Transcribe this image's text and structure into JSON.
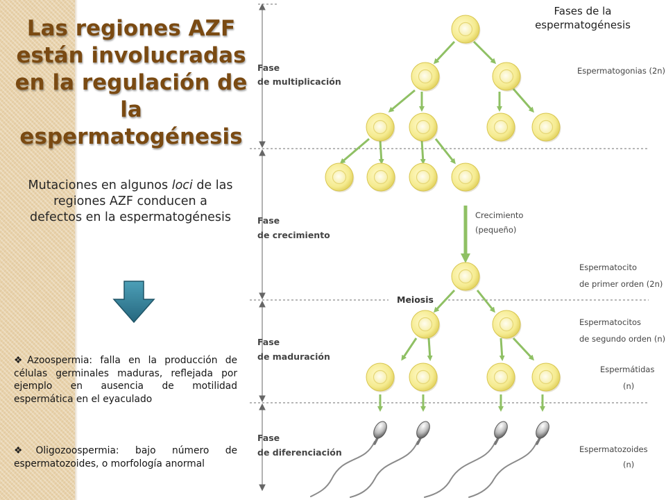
{
  "slide": {
    "title": "Las regiones AZF están involucradas en la regulación de la espermatogénesis",
    "subtitle_part1": "Mutaciones en algunos ",
    "subtitle_loci": "loci",
    "subtitle_part2": " de las regiones AZF conducen a defectos en la espermatogénesis",
    "bullets": [
      {
        "mark": "❖",
        "text": "Azoospermia: falla en la producción de células germinales maduras, reflejada por ejemplo en ausencia de motilidad espermática en el eyaculado"
      },
      {
        "mark": "❖",
        "text": "Oligozoospermia: bajo número de espermatozoides, o morfología anormal"
      }
    ]
  },
  "figure": {
    "title": "Fases de la espermatogénesis",
    "phases": [
      {
        "line1": "Fase",
        "line2": "de multiplicación"
      },
      {
        "line1": "Fase",
        "line2": "de crecimiento"
      },
      {
        "line1": "Fase",
        "line2": "de maduración"
      },
      {
        "line1": "Fase",
        "line2": "de diferenciación"
      }
    ],
    "meiosis": "Meiosis",
    "growth_label": [
      "Crecimiento",
      "(pequeño)"
    ],
    "cell_labels": [
      {
        "line1": "Espermatogonias (2n)"
      },
      {
        "line1": "Espermatocito",
        "line2": "de primer orden (2n)"
      },
      {
        "line1": "Espermatocitos",
        "line2": "de segundo orden (n)"
      },
      {
        "line1": "Espermátidas",
        "line2": "(n)"
      },
      {
        "line1": "Espermatozoides",
        "line2": "(n)"
      }
    ],
    "colors": {
      "cell": "#f3e88a",
      "nucleus": "#fbf6c8",
      "arrow": "#8fc064",
      "band": "#dcdcdc",
      "title": "#7a4a12",
      "down_arrow": "#2f7a93"
    }
  }
}
